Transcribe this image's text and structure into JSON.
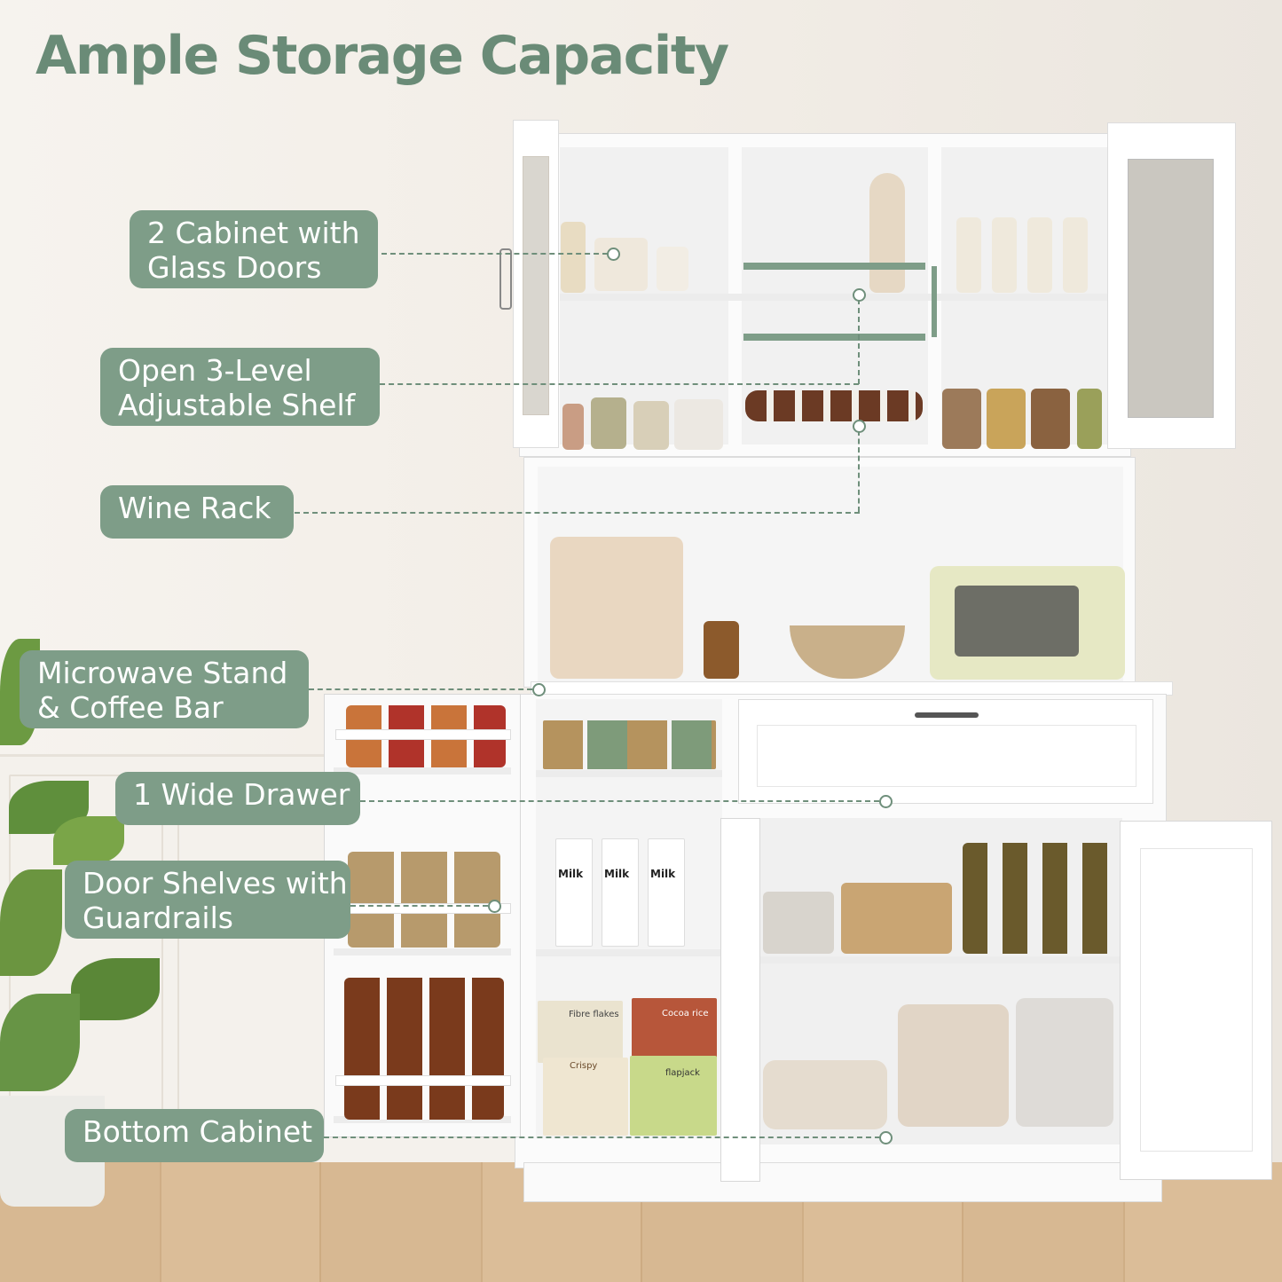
{
  "title": "Ample Storage Capacity",
  "callouts": {
    "glass_doors": [
      "2 Cabinet with",
      "Glass Doors"
    ],
    "adjustable_shelf": [
      "Open 3-Level",
      "Adjustable Shelf"
    ],
    "wine_rack": [
      "Wine Rack"
    ],
    "microwave": [
      "Microwave Stand",
      "& Coffee Bar"
    ],
    "drawer": [
      "1 Wide Drawer"
    ],
    "door_shelves": [
      "Door Shelves with",
      "Guardrails"
    ],
    "bottom_cabinet": [
      "Bottom Cabinet"
    ]
  },
  "product_labels": {
    "milk": "Milk",
    "fibre": "Fibre flakes",
    "cocoa": "Cocoa rice",
    "crispy": "Crispy",
    "flapjack": "flapjack"
  },
  "colors": {
    "accent": "#7e9d88",
    "title": "#6a8b77",
    "cabinet": "#fbfbfb"
  }
}
